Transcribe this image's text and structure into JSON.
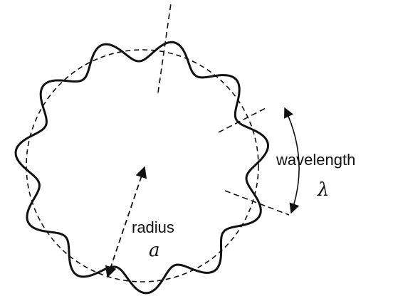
{
  "labels": {
    "wavelength_word": "wavelength",
    "wavelength_symbol": "λ",
    "radius_word": "radius",
    "radius_symbol": "a"
  },
  "wave": {
    "num_waves": 11
  },
  "colors": {
    "ink": "#111111",
    "background": "#ffffff"
  }
}
